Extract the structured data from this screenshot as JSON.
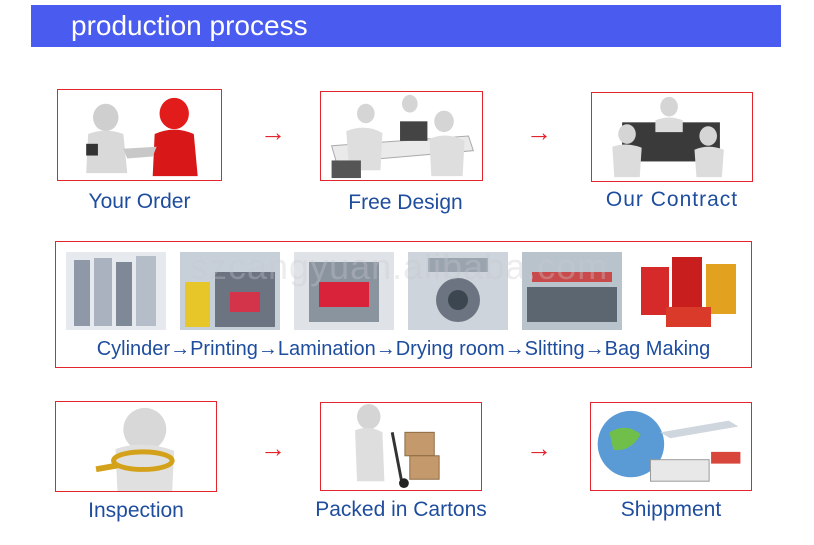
{
  "header": {
    "title": "production process"
  },
  "steps_top": [
    {
      "label": "Your Order",
      "icon": "handshake-icon"
    },
    {
      "label": "Free Design",
      "icon": "design-team-icon"
    },
    {
      "label": "Our Contract",
      "icon": "contract-signing-icon"
    }
  ],
  "steps_bottom": [
    {
      "label": "Inspection",
      "icon": "magnifier-icon"
    },
    {
      "label": "Packed in Cartons",
      "icon": "hand-truck-cartons-icon"
    },
    {
      "label": "Shippment",
      "icon": "globe-shipping-icon"
    }
  ],
  "arrow_glyph": "→",
  "production_strip": {
    "line": "Cylinder→Printing→Lamination→Drying room→Slitting→Bag Making",
    "images": [
      "cylinder-photo",
      "printing-machine-photo",
      "lamination-machine-photo",
      "drying-room-photo",
      "slitting-machine-photo",
      "bag-products-photo"
    ]
  },
  "watermark": "szcangyuan.alibaba.com",
  "colors": {
    "header_bg": "#4a5cf0",
    "accent_red": "#e3262e",
    "label_blue": "#1f4d9e"
  }
}
